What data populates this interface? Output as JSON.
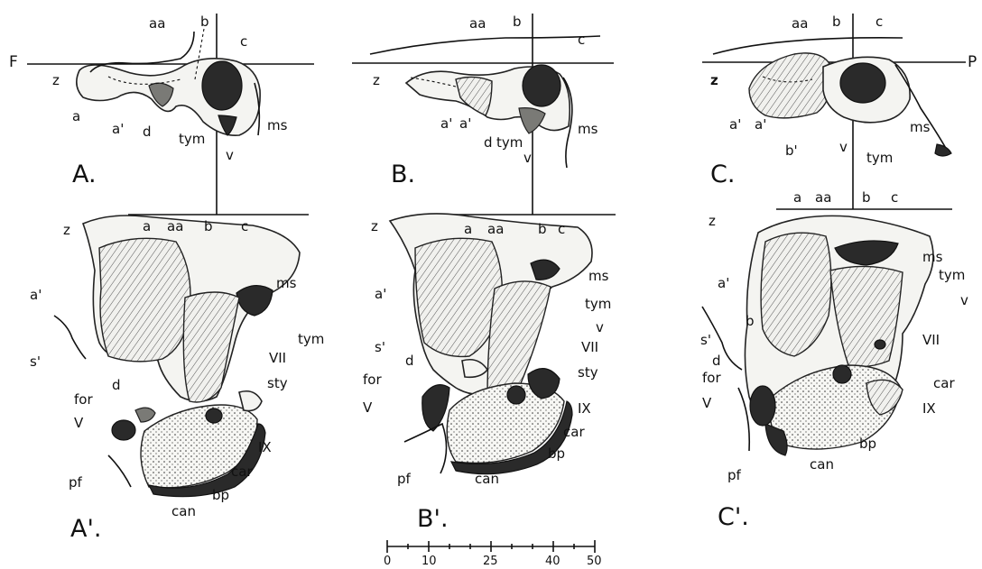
{
  "title": "",
  "colors": {
    "ink": "#111111",
    "paper": "#ffffff",
    "bone": "#f4f4f1",
    "shade": "#2a2a2a"
  },
  "plane_labels": {
    "left": "F",
    "right": "P"
  },
  "panels": {
    "A": {
      "label": "A.",
      "parts": {
        "aa": "aa",
        "b": "b",
        "c": "c",
        "z": "z",
        "a": "a",
        "a1": "a'",
        "d": "d",
        "tym": "tym",
        "v": "v",
        "ms": "ms"
      }
    },
    "B": {
      "label": "B.",
      "parts": {
        "aa": "aa",
        "b": "b",
        "c": "c",
        "z": "z",
        "a": "a'",
        "a1": "a'",
        "d": "d",
        "tym": "tym",
        "v": "v",
        "ms": "ms"
      }
    },
    "C": {
      "label": "C.",
      "parts": {
        "aa": "aa",
        "b": "b",
        "c": "c",
        "z": "z",
        "a": "a'",
        "a1": "a'",
        "b1": "b'",
        "v": "v",
        "tym": "tym",
        "ms": "ms"
      }
    },
    "A1": {
      "label": "A'.",
      "parts": {
        "z": "z",
        "a": "a",
        "aa": "aa",
        "b": "b",
        "c": "c",
        "a1": "a'",
        "ms": "ms",
        "tym": "tym",
        "s1": "s'",
        "VII": "VII",
        "sty": "sty",
        "d": "d",
        "for": "for",
        "V": "V",
        "IX": "IX",
        "car": "car",
        "pf": "pf",
        "can": "can",
        "bp": "bp"
      }
    },
    "B1": {
      "label": "B'.",
      "parts": {
        "z": "z",
        "a": "a",
        "aa": "aa",
        "b": "b",
        "c": "c",
        "ms": "ms",
        "a1": "a'",
        "tym": "tym",
        "v": "v",
        "VII": "VII",
        "s1": "s'",
        "sty": "sty",
        "d": "d",
        "for": "for",
        "IX": "IX",
        "V": "V",
        "car": "car",
        "bp": "bp",
        "pf": "pf",
        "can": "can"
      }
    },
    "C1": {
      "label": "C'.",
      "parts": {
        "a": "a",
        "aa": "aa",
        "b": "b",
        "c": "c",
        "z": "z",
        "ms": "ms",
        "tym": "tym",
        "a1": "a'",
        "v": "v",
        "b2": "b",
        "s1": "s'",
        "VII": "VII",
        "d": "d",
        "for": "for",
        "car": "car",
        "V": "V",
        "IX": "IX",
        "pf": "pf",
        "bp": "bp",
        "can": "can"
      }
    }
  },
  "scale_bar": {
    "ticks": [
      "0",
      "10",
      "25",
      "40",
      "50"
    ]
  }
}
